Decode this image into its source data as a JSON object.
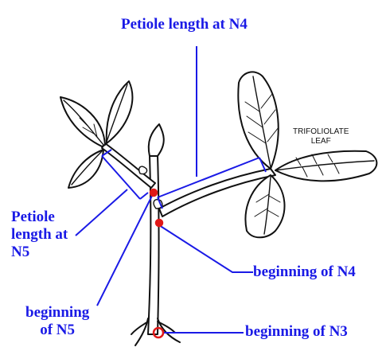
{
  "labels": {
    "title": "Petiole length at N4",
    "trifoliolate": [
      "TRIFOLIOLATE",
      "LEAF"
    ],
    "petiole_n5": [
      "Petiole",
      "length at",
      "N5"
    ],
    "beginning_n4": "beginning of N4",
    "beginning_n5": [
      "beginning",
      "of N5"
    ],
    "beginning_n3": "beginning of N3"
  },
  "colors": {
    "label": "#1a1ae6",
    "annotation_line": "#1a1ae6",
    "marker": "#e01818",
    "drawing": "#111111"
  }
}
